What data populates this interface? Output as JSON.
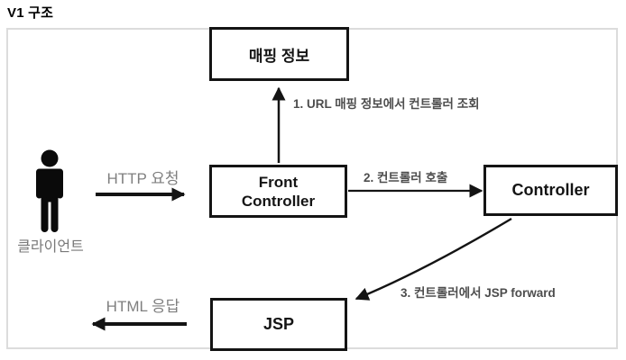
{
  "title": "V1 구조",
  "diagram": {
    "nodes": {
      "mapping": {
        "label": "매핑 정보"
      },
      "front_controller": {
        "lines": [
          "Front",
          "Controller"
        ]
      },
      "controller": {
        "label": "Controller"
      },
      "jsp": {
        "label": "JSP"
      }
    },
    "actor": {
      "label": "클라이언트",
      "icon": "person-icon"
    },
    "edges": {
      "http_request": {
        "label": "HTTP 요청"
      },
      "html_response": {
        "label": "HTML 응답"
      },
      "step1": {
        "label": "1. URL 매핑 정보에서 컨트롤러 조회"
      },
      "step2": {
        "label": "2. 컨트롤러 호출"
      },
      "step3": {
        "label": "3. 컨트롤러에서 JSP forward"
      }
    },
    "colors": {
      "box_border": "#141414",
      "frame_border": "#dcdcdc",
      "flow_label": "#7f7f7f",
      "step_label": "#4d4d4d",
      "arrow": "#141414"
    }
  }
}
